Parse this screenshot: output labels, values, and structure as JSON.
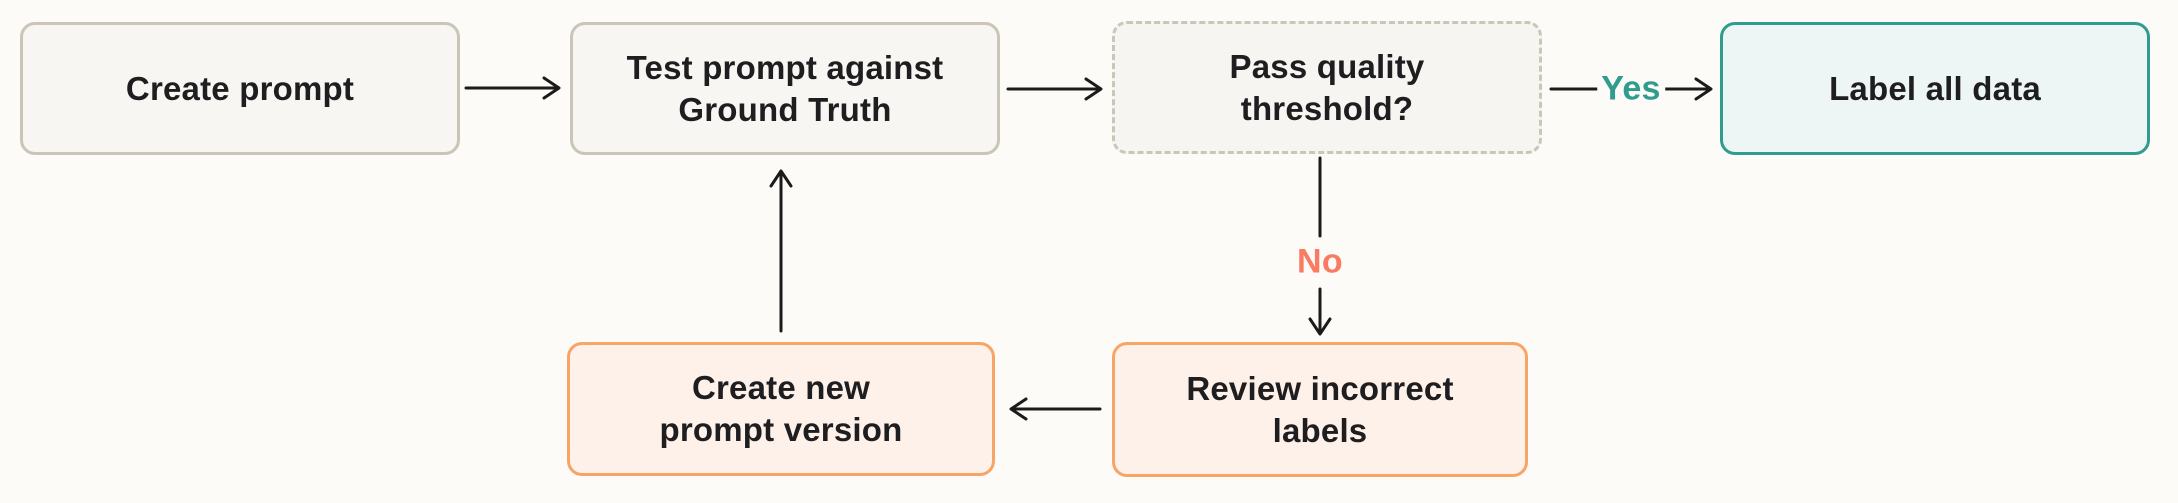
{
  "nodes": {
    "create_prompt": {
      "label": "Create prompt"
    },
    "test_prompt": {
      "label": "Test prompt against\nGround Truth"
    },
    "quality_check": {
      "label": "Pass quality\nthreshold?"
    },
    "label_all_data": {
      "label": "Label all data"
    },
    "review_labels": {
      "label": "Review incorrect\nlabels"
    },
    "new_prompt_version": {
      "label": "Create new\nprompt version"
    }
  },
  "edge_labels": {
    "yes": "Yes",
    "no": "No"
  },
  "colors": {
    "background": "#fcfbf8",
    "neutral_fill": "#f7f6f2",
    "neutral_border": "#cbc5b7",
    "dashed_fill": "#f6f5f1",
    "dashed_border": "#ccc6b9",
    "teal_fill": "#eef6f5",
    "teal_border": "#2f9c8e",
    "orange_fill": "#fdf1e9",
    "orange_border": "#f7a566",
    "yes_text": "#2f9c8e",
    "no_text": "#f87b62",
    "arrow": "#1b1b1b",
    "text": "#1e1d20"
  }
}
